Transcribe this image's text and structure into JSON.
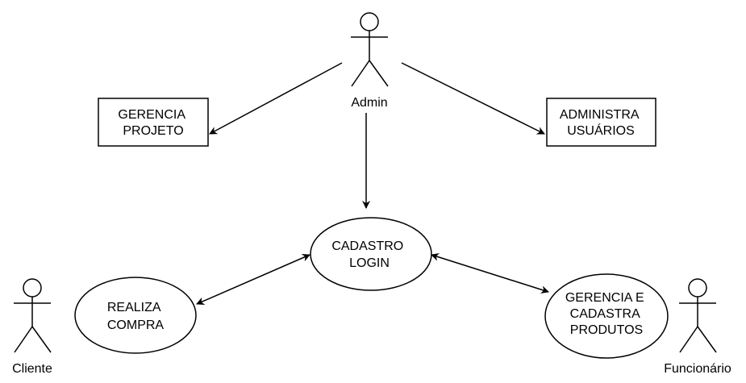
{
  "diagram": {
    "actors": {
      "admin": "Admin",
      "cliente": "Cliente",
      "funcionario": "Funcionário"
    },
    "boxes": {
      "gerencia_projeto": [
        "GERENCIA",
        "PROJETO"
      ],
      "administra_usuarios": [
        "ADMINISTRA",
        "USUÁRIOS"
      ]
    },
    "use_cases": {
      "cadastro_login": [
        "CADASTRO",
        "LOGIN"
      ],
      "realiza_compra": [
        "REALIZA",
        "COMPRA"
      ],
      "gerencia_produtos": [
        "GERENCIA E",
        "CADASTRA",
        "PRODUTOS"
      ]
    },
    "colors": {
      "stroke": "#000000",
      "fill": "#ffffff"
    }
  }
}
